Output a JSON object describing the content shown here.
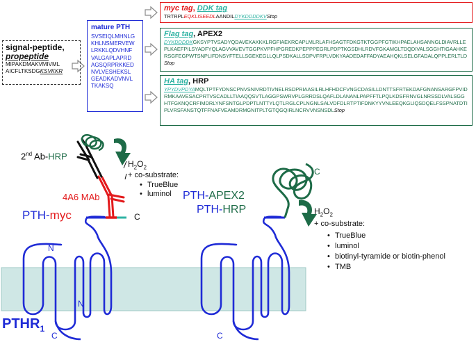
{
  "signal_box": {
    "title1": "signal-peptide,",
    "title2": "propeptide",
    "seq1": "MIPAKDMAKVMIVML",
    "seq2a": "AICFLTKSDG",
    "seq2b": "KSVKKR"
  },
  "mature_box": {
    "title": "mature PTH",
    "lines": [
      "SVSEIQLMHNLG",
      "KHLNSMERVEW",
      "LRKKLQDVHNF",
      "VALGAPLAPRD",
      "AGSQRPRKKED",
      "NVLVESHEKSL",
      "GEADKADVNVL",
      "TKAKSQ"
    ]
  },
  "myc_box": {
    "title_a": "myc tag",
    "title_sep": ", ",
    "title_b": "DDK tag",
    "seq_a": "TRTRPL",
    "seq_b": "EQKLISEEDL",
    "seq_c": "AANDIL",
    "seq_d": "DYKDDDDKV",
    "stop": "Stop"
  },
  "flag_box": {
    "title_a": "Flag tag",
    "title_b": ", APEX2",
    "seq_tag": "DYKDDDDK",
    "seq_rest": "GKSYPTVSADYQDAVEKAKKKLRGFIAEKRCAPLMLRLAFHSAGTFDKGTKTGGPFGTIKHPAELAHSANNGLDIAVRLLEPLKAEFPILSYADFYQLAGVVAVEVTGGPKVPFHPGREDKPEPPPEGRLPDPTKGSDHLRDVFGKAMGLTDQDIVALSGGHTIGAAHKERSGFEGPWTSNPLIFDNSYFTELLSGEKEGLLQLPSDKALLSDPVFRPLVDKYAADEDAFFADYAEAHQKLSELGFADALQPPLERLTLD",
    "stop": "Stop"
  },
  "ha_box": {
    "title_a": "HA tag",
    "title_b": ", HRP",
    "seq_tag": "YPYDVPDYA",
    "seq_rest": "MQLTPTFYDNSCPNVSNIVRDTIVNELRSDPRIAASILRLHFHDCFVNGCDASILLDNTTSFRTEKDAFGNANSARGFPVIDRMKAAVESACPRTVSCADLLTIAAQQSVTLAGGPSWRVPLGRRDSLQAFLDLANANLPAPFFTLPQLKDSFRNVGLNRSSDLVALSGGHTFGKNQCRFIMDRLYNFSNTGLPDPTLNTTYLQTLRGLCPLNGNLSALVDFDLRTPTIFDNKYYVNLEEQKGLIQSDQELFSSPNATDTIPLVRSFANSTQTFFNAFVEAMDRMGNITPLTGTQGQIRLNCRVVNSNSDL",
    "stop": "Stop"
  },
  "left_diagram": {
    "ab_prefix": "2",
    "ab_sup": "nd",
    "ab_text": " Ab-",
    "ab_hrp": "HRP",
    "h2o2_a": "H",
    "h2o2_sub1": "2",
    "h2o2_b": "O",
    "h2o2_sub2": "2",
    "cosub": "+ co-substrate:",
    "items": [
      "TrueBlue",
      "luminol"
    ],
    "mab": "4A6 MAb",
    "pth": "PTH-",
    "myc": "myc",
    "c_label": "C",
    "n_label": "N",
    "n_label2": "N",
    "c_label2": "C",
    "receptor": "PTHR",
    "receptor_sub": "1"
  },
  "right_diagram": {
    "line1_a": "PTH-",
    "line1_b": "APEX2",
    "line2_a": "PTH-",
    "line2_b": "HRP",
    "c_label": "C",
    "h2o2_a": "H",
    "h2o2_sub1": "2",
    "h2o2_b": "O",
    "h2o2_sub2": "2",
    "cosub": "+ co-substrate:",
    "items": [
      "TrueBlue",
      "luminol",
      "biotinyl-tyramide or biotin-phenol",
      "TMB"
    ],
    "c_bottom": "C"
  },
  "colors": {
    "pth_blue": "#1f2bd6",
    "myc_red": "#e31a1c",
    "hrp_green": "#1d6b47",
    "tag_teal": "#2fb3a3",
    "membrane": "#cfe7e5"
  }
}
